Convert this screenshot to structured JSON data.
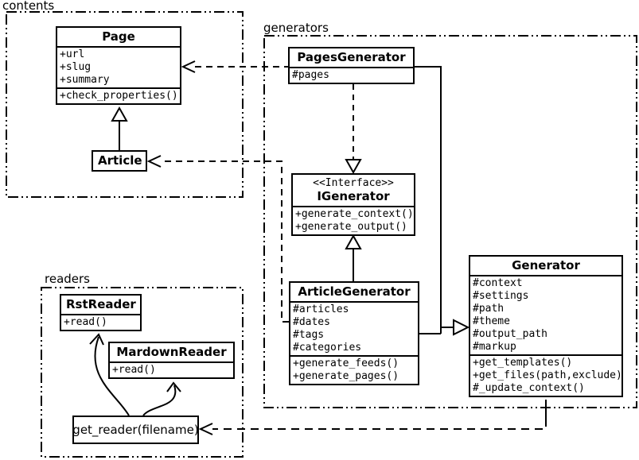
{
  "diagram": {
    "type": "uml-class-diagram",
    "background_color": "#ffffff",
    "line_color": "#000000"
  },
  "packages": {
    "contents": {
      "label": "contents"
    },
    "generators": {
      "label": "generators"
    },
    "readers": {
      "label": "readers"
    }
  },
  "classes": {
    "page": {
      "name": "Page",
      "attributes": [
        "+url",
        "+slug",
        "+summary"
      ],
      "methods": [
        "+check_properties()"
      ]
    },
    "article": {
      "name": "Article"
    },
    "pages_generator": {
      "name": "PagesGenerator",
      "attributes": [
        "#pages"
      ]
    },
    "igenerator": {
      "stereotype": "<<Interface>>",
      "name": "IGenerator",
      "methods": [
        "+generate_context()",
        "+generate_output()"
      ]
    },
    "article_generator": {
      "name": "ArticleGenerator",
      "attributes": [
        "#articles",
        "#dates",
        "#tags",
        "#categories"
      ],
      "methods": [
        "+generate_feeds()",
        "+generate_pages()"
      ]
    },
    "generator": {
      "name": "Generator",
      "attributes": [
        "#context",
        "#settings",
        "#path",
        "#theme",
        "#output_path",
        "#markup"
      ],
      "methods": [
        "+get_templates()",
        "+get_files(path,exclude)",
        "#_update_context()"
      ]
    },
    "rst_reader": {
      "name": "RstReader",
      "methods": [
        "+read()"
      ]
    },
    "markdown_reader": {
      "name": "MardownReader",
      "methods": [
        "+read()"
      ]
    },
    "get_reader": {
      "label": "get_reader(filename)"
    }
  },
  "relations": [
    {
      "from": "Article",
      "to": "Page",
      "type": "generalization",
      "style": "solid-hollow-triangle"
    },
    {
      "from": "PagesGenerator",
      "to": "Page",
      "type": "dependency",
      "style": "dashed-open-arrow"
    },
    {
      "from": "PagesGenerator",
      "to": "IGenerator",
      "type": "realization",
      "style": "dashed-hollow-triangle"
    },
    {
      "from": "ArticleGenerator",
      "to": "IGenerator",
      "type": "generalization",
      "style": "solid-hollow-triangle"
    },
    {
      "from": "ArticleGenerator",
      "to": "Article",
      "type": "dependency",
      "style": "dashed-open-arrow"
    },
    {
      "from": "PagesGenerator",
      "to": "Generator",
      "type": "generalization",
      "style": "solid-hollow-triangle"
    },
    {
      "from": "ArticleGenerator",
      "to": "Generator",
      "type": "generalization",
      "style": "solid-hollow-triangle"
    },
    {
      "from": "Generator",
      "to": "get_reader(filename)",
      "type": "dependency",
      "style": "dashed-open-arrow"
    },
    {
      "from": "get_reader(filename)",
      "to": "RstReader",
      "type": "call",
      "style": "curved-open-arrow"
    },
    {
      "from": "get_reader(filename)",
      "to": "MardownReader",
      "type": "call",
      "style": "curved-open-arrow"
    }
  ]
}
